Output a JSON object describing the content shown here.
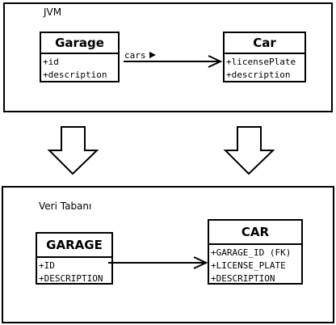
{
  "jvm": {
    "label": "JVM",
    "garage": {
      "name": "Garage",
      "attributes": [
        "+id",
        "+description"
      ]
    },
    "car": {
      "name": "Car",
      "attributes": [
        "+licensePlate",
        "+description"
      ]
    },
    "association_label": "cars"
  },
  "db": {
    "label": "Veri Tabanı",
    "garage": {
      "name": "GARAGE",
      "attributes": [
        "+ID",
        "+DESCRIPTION"
      ]
    },
    "car": {
      "name": "CAR",
      "attributes": [
        "+GARAGE_ID (FK)",
        "+LICENSE_PLATE",
        "+DESCRIPTION"
      ]
    }
  }
}
